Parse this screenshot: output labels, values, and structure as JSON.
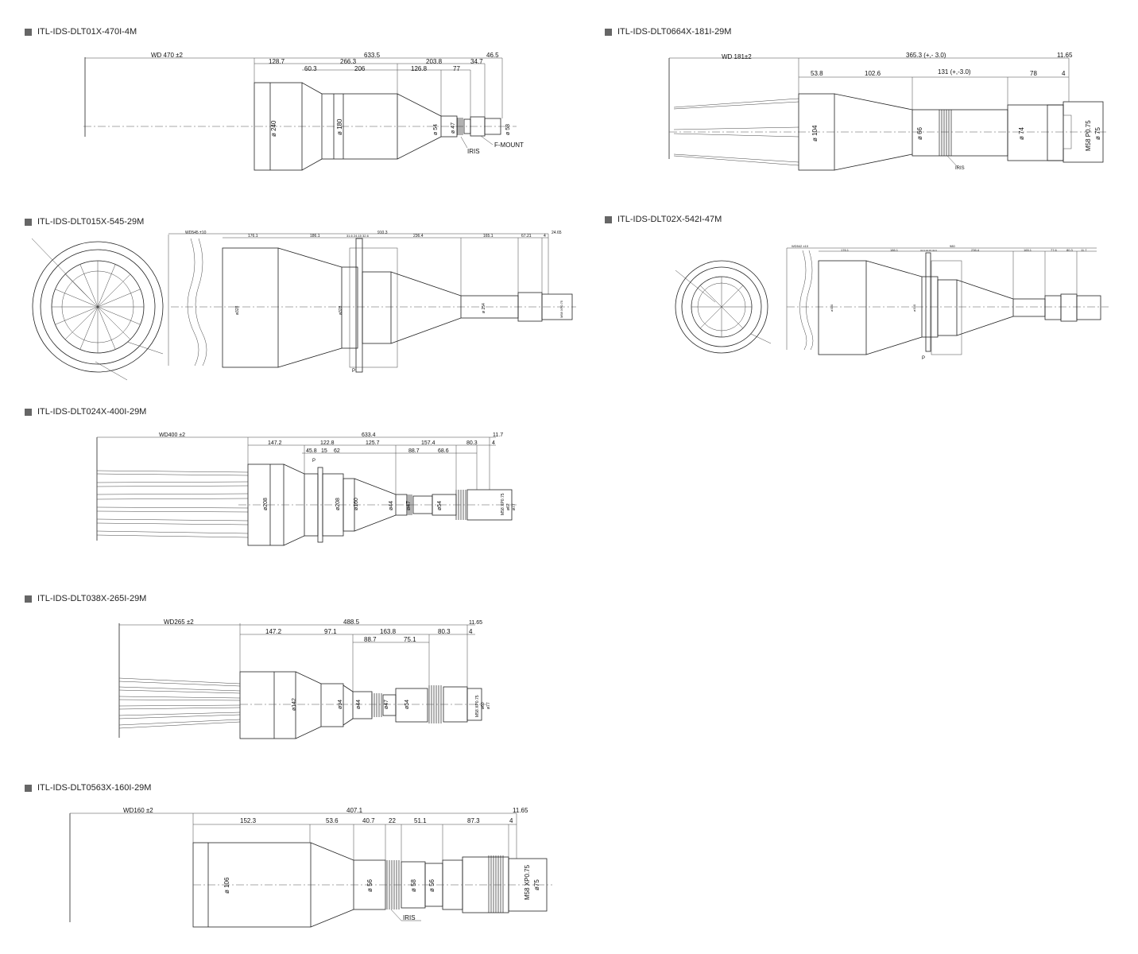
{
  "titles": {
    "p1": "ITL-IDS-DLT01X-470I-4M",
    "p2": "ITL-IDS-DLT0664X-181I-29M",
    "p3": "ITL-IDS-DLT015X-545-29M",
    "p4": "ITL-IDS-DLT02X-542I-47M",
    "p5": "ITL-IDS-DLT024X-400I-29M",
    "p6": "ITL-IDS-DLT038X-265I-29M",
    "p7": "ITL-IDS-DLT0563X-160I-29M"
  },
  "p1": {
    "wd": "WD 470 ±2",
    "total": "633.5",
    "end": "46.5",
    "d1": "128.7",
    "d2": "266.3",
    "d3": "203.8",
    "d4": "34.7",
    "d5": "60.3",
    "d6": "206",
    "d7": "126.8",
    "d8": "77",
    "dia1": "ø 240",
    "dia2": "ø 180",
    "dia3": "ø 54",
    "dia4": "ø 47",
    "dia5": "ø 58",
    "iris": "IRIS",
    "mount": "F-MOUNT"
  },
  "p2": {
    "wd": "WD 181±2",
    "total": "365.3 (+,- 3.0)",
    "end": "11.65",
    "d1": "53.8",
    "d2": "102.6",
    "d3": "131 (+,-3.0)",
    "d4": "78",
    "d5": "4",
    "dia1": "ø 104",
    "dia2": "ø 66",
    "dia3": "ø 74",
    "dia4": "M58 P0.75",
    "dia5": "ø 75",
    "iris": "IRIS"
  },
  "p3": {
    "wd": "WD545 ±10",
    "total": "910.3",
    "end": "24.65",
    "d1": "176.1",
    "d2": "186.1",
    "d3": "31.6 24.15 32.6",
    "d4": "236.4",
    "d5": "165.1",
    "d6": "67.21",
    "d7": "4",
    "dia1": "ø328",
    "dia2": "ø328",
    "dia3": "ø 254",
    "dia4": "M58 XP0.75",
    "side": "P"
  },
  "p4": {
    "wd": "WD542 ±10",
    "total": "980",
    "d1": "176.1",
    "d2": "186.1",
    "d3": "31.6 24.15 32.6",
    "d4": "236.4",
    "d5": "165.1",
    "d6": "77.6",
    "d7": "80.3",
    "d8": "11.7",
    "dia1": "ø330",
    "dia2": "ø330",
    "side": "P"
  },
  "p5": {
    "wd": "WD400 ±2",
    "total": "633.4",
    "end": "11.7",
    "d1": "147.2",
    "d2": "122.8",
    "d3": "125.7",
    "d4": "157.4",
    "d5": "80.3",
    "d6": "4",
    "d7": "45.8",
    "d8": "15",
    "d9": "62",
    "d10": "88.7",
    "d11": "68.6",
    "dia1": "ø208",
    "dia2": "ø208",
    "dia3": "ø160",
    "dia4": "ø44",
    "dia5": "ø47",
    "dia6": "ø54",
    "dia7": "M58 XP0.75",
    "dia8": "ø62",
    "dia9": "ø77",
    "side": "P"
  },
  "p6": {
    "wd": "WD265 ±2",
    "total": "488.5",
    "end": "11.65",
    "d1": "147.2",
    "d2": "97.1",
    "d3": "163.8",
    "d4": "80.3",
    "d5": "4",
    "d6": "88.7",
    "d7": "75.1",
    "dia1": "ø142",
    "dia2": "ø94",
    "dia3": "ø44",
    "dia4": "ø47",
    "dia5": "ø54",
    "dia6": "M58 XP0.75",
    "dia7": "ø60",
    "dia8": "ø77"
  },
  "p7": {
    "wd": "WD160 ±2",
    "total": "407.1",
    "end": "11.65",
    "d1": "152.3",
    "d2": "53.6",
    "d3": "40.7",
    "d4": "22",
    "d5": "51.1",
    "d6": "87.3",
    "d7": "4",
    "dia1": "ø 106",
    "dia2": "ø 56",
    "dia3": "ø 58",
    "dia4": "ø 56",
    "dia5": "M58 XP0.75",
    "dia6": "ø75",
    "iris": "IRIS"
  }
}
